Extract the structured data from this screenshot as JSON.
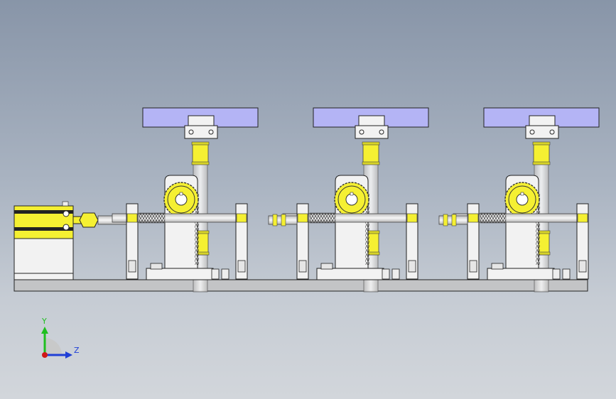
{
  "viewport": {
    "background_top": "#8895a8",
    "background_bottom": "#d2d6db"
  },
  "colors": {
    "plate": "#c3c4c6",
    "plate_edge": "#222222",
    "yellow": "#f5f032",
    "lavender": "#b4b4f5",
    "steel": "#dcdcdc",
    "white_block": "#f2f2f2"
  },
  "triad": {
    "y_label": "Y",
    "z_label": "Z",
    "y_color": "#1fbf1f",
    "z_color": "#1f3fd6",
    "origin_color": "#d01818",
    "icon": "coordinate-triad-icon"
  },
  "assembly": {
    "component_count": 3,
    "cylinder": "pneumatic-cylinder",
    "stations": [
      "station-1",
      "station-2",
      "station-3"
    ]
  }
}
